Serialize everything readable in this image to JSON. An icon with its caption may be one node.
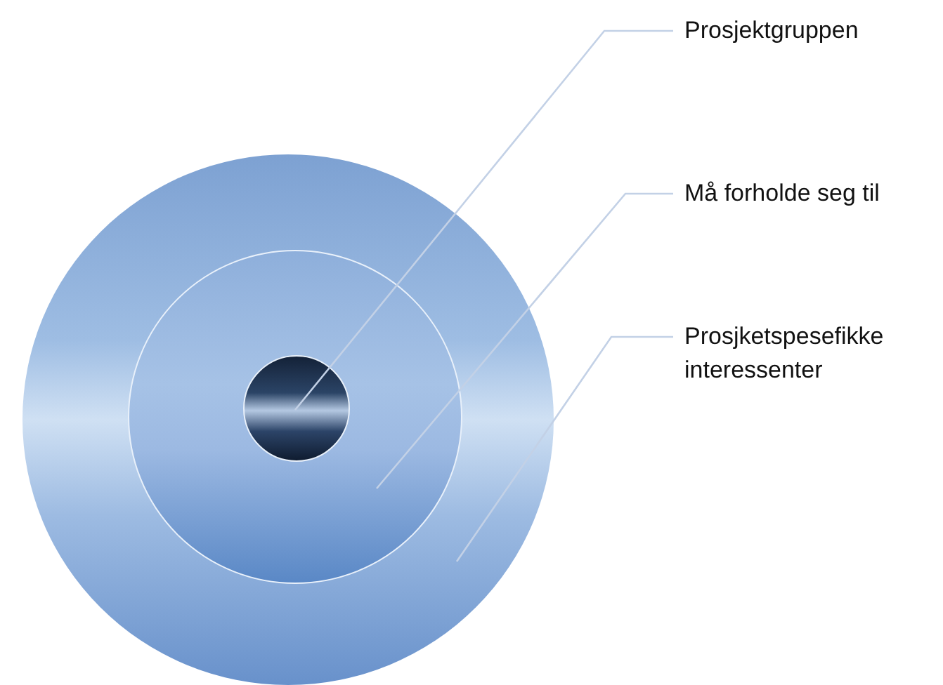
{
  "diagram": {
    "nodes": [
      {
        "text": [],
        "shape": "circle"
      },
      {
        "text": [],
        "shape": "circle",
        "in": 0
      },
      {
        "text": [],
        "shape": "circle",
        "in": 1
      },
      {
        "text": [
          "Prosjektgruppen"
        ]
      },
      {
        "text": [
          "Må forholde seg til"
        ]
      },
      {
        "text": [
          "Prosjketspesefikke interessenter"
        ]
      }
    ],
    "edges": [
      {
        "from": 3,
        "to": 2,
        "arrow": "none"
      },
      {
        "from": 4,
        "to": 1,
        "arrow": "none"
      },
      {
        "from": 5,
        "to": 0,
        "arrow": "none"
      }
    ]
  }
}
